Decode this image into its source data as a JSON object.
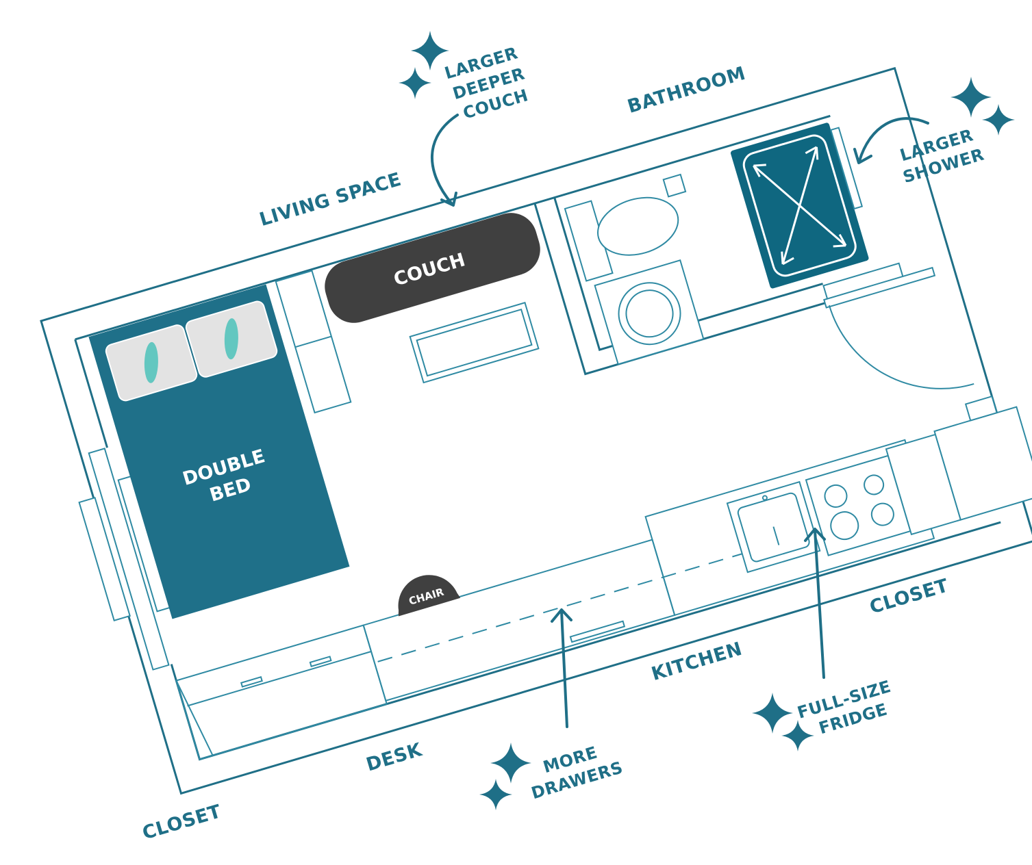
{
  "rooms": {
    "living_space": "LIVING SPACE",
    "bathroom": "BATHROOM",
    "kitchen": "KITCHEN",
    "desk": "DESK",
    "closet_left": "CLOSET",
    "closet_right": "CLOSET"
  },
  "furniture": {
    "couch": "COUCH",
    "bed_line1": "DOUBLE",
    "bed_line2": "BED",
    "chair": "CHAIR"
  },
  "callouts": {
    "couch_line1": "LARGER",
    "couch_line2": "DEEPER",
    "couch_line3": "COUCH",
    "shower_line1": "LARGER",
    "shower_line2": "SHOWER",
    "fridge_line1": "FULL-SIZE",
    "fridge_line2": "FRIDGE",
    "drawers_line1": "MORE",
    "drawers_line2": "DRAWERS"
  },
  "colors": {
    "teal": "#1f6f87",
    "shower_fill": "#0f6780",
    "bed_fill": "#1f7089",
    "couch_fill": "#404040",
    "pillow_fill": "#e3e3e3",
    "feather": "#63c7c0"
  }
}
